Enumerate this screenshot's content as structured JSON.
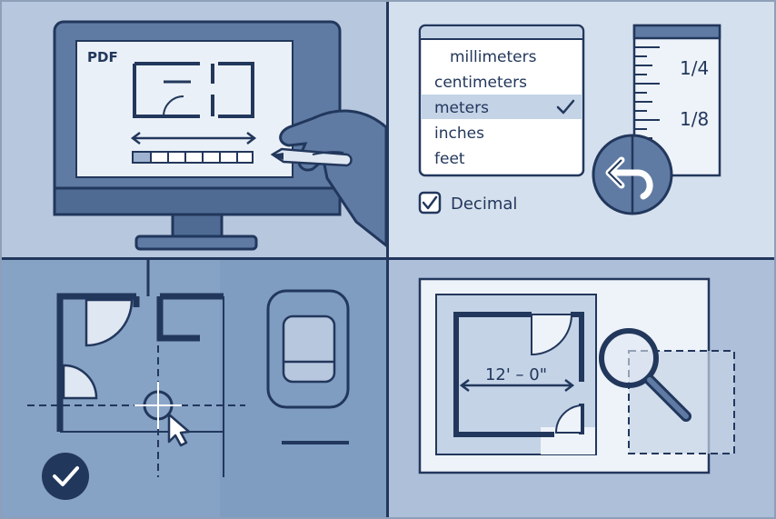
{
  "monitor": {
    "doc_label": "PDF"
  },
  "units_menu": {
    "options": [
      {
        "label": "millimeters",
        "selected": false
      },
      {
        "label": "centimeters",
        "selected": false
      },
      {
        "label": "meters",
        "selected": true
      },
      {
        "label": "inches",
        "selected": false
      },
      {
        "label": "feet",
        "selected": false
      }
    ],
    "decimal_label": "Decimal",
    "decimal_checked": true
  },
  "ruler": {
    "fraction_a": "1/4",
    "fraction_b": "1/8"
  },
  "zoom_plan": {
    "dimension_label": "12' – 0\""
  },
  "colors": {
    "ink": "#22375c",
    "panel_tl": "#b7c7de",
    "panel_tr": "#d5e0ee",
    "panel_bl": "#7f9cc1",
    "panel_br": "#aebfd9",
    "selected_row": "#c4d3e6"
  },
  "icons": [
    "hand-with-pen-icon",
    "checkmark-icon",
    "undo-arrow-icon",
    "crosshair-icon",
    "mouse-cursor-icon",
    "magnifier-icon",
    "checkmark-circle-icon"
  ]
}
